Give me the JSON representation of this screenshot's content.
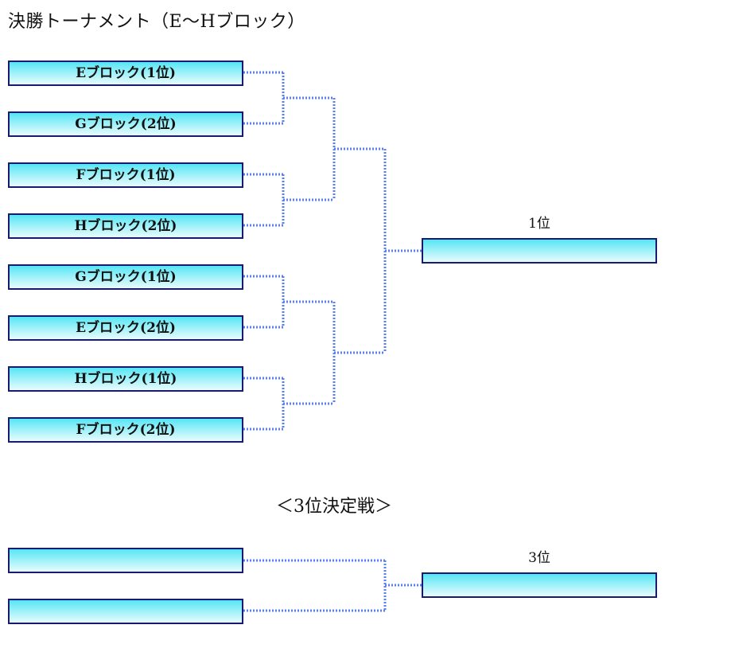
{
  "page": {
    "title": "決勝トーナメント（E〜Hブロック）"
  },
  "bracket": {
    "teams": [
      "Eブロック(1位)",
      "Gブロック(2位)",
      "Fブロック(1位)",
      "Hブロック(2位)",
      "Gブロック(1位)",
      "Eブロック(2位)",
      "Hブロック(1位)",
      "Fブロック(2位)"
    ],
    "winner_label": "1位",
    "winner_value": ""
  },
  "third_place": {
    "title": "＜3位決定戦＞",
    "teams": [
      "",
      ""
    ],
    "winner_label": "3位",
    "winner_value": ""
  },
  "colors": {
    "box_border": "#1a1a72",
    "box_fill_top": "#55e6f4",
    "box_fill_bottom": "#e8fcfe",
    "connector": "#5a7ff0"
  }
}
